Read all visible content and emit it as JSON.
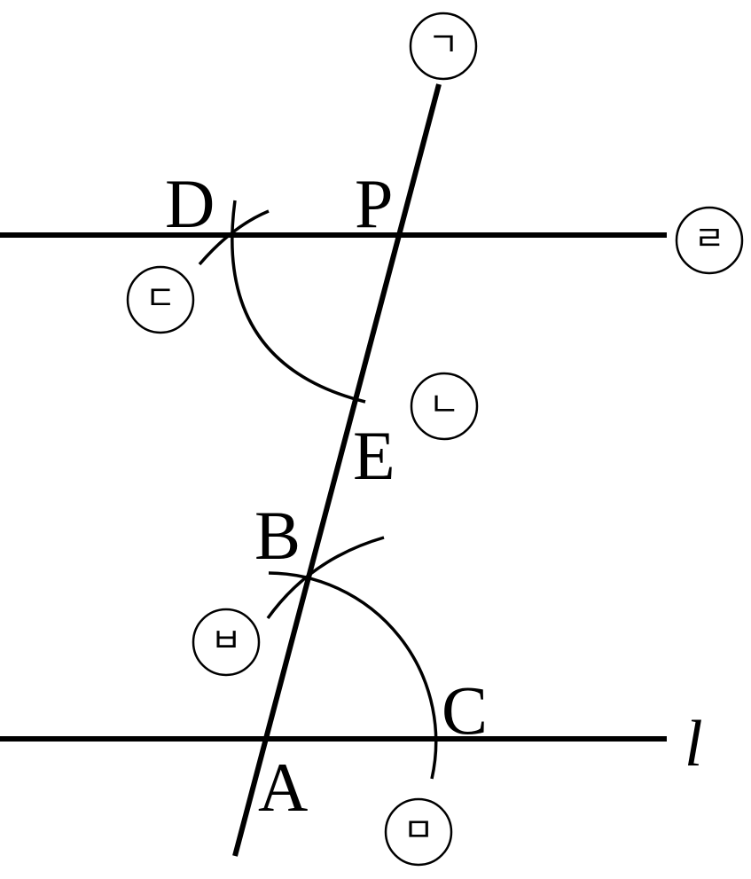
{
  "figure": {
    "points": {
      "A": "A",
      "B": "B",
      "C": "C",
      "D": "D",
      "E": "E",
      "P": "P"
    },
    "line_label": "l",
    "steps": {
      "s1": "ㄱ",
      "s2": "ㄴ",
      "s3": "ㄷ",
      "s4": "ㄹ",
      "s5": "ㅁ",
      "s6": "ㅂ"
    }
  },
  "colors": {
    "stroke": "#000000",
    "background": "#ffffff"
  }
}
